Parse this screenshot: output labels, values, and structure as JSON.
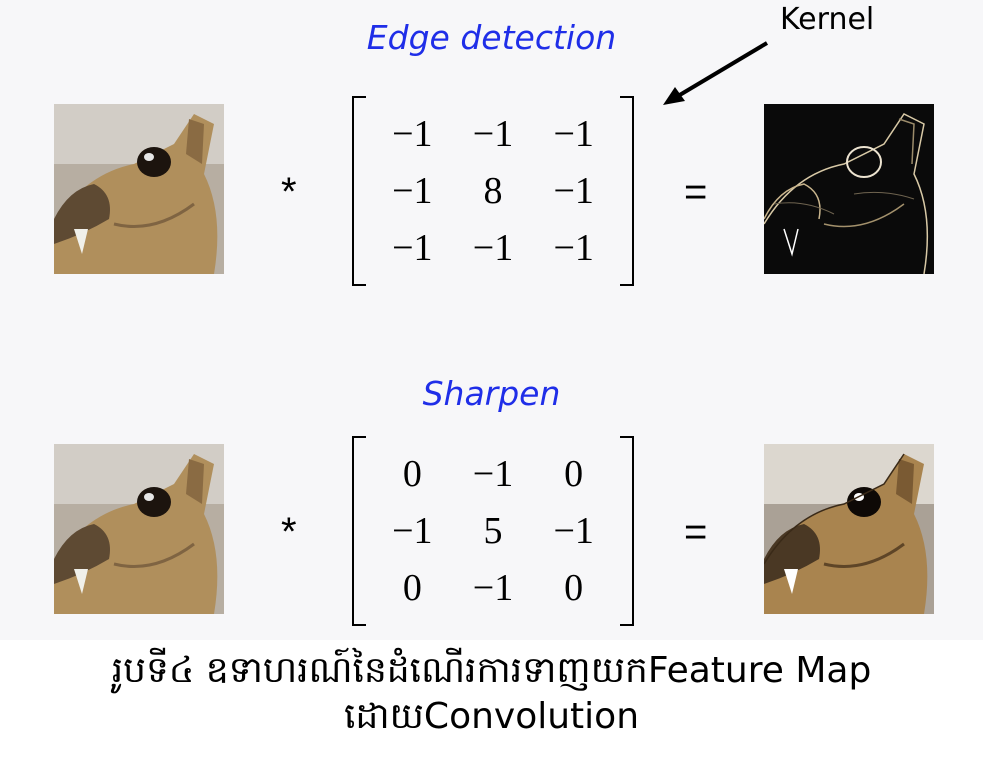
{
  "edge_section": {
    "title": "Edge detection",
    "operator": "*",
    "equals": "=",
    "kernel": [
      [
        "−1",
        "−1",
        "−1"
      ],
      [
        "−1",
        "8",
        "−1"
      ],
      [
        "−1",
        "−1",
        "−1"
      ]
    ]
  },
  "kernel_callout": "Kernel",
  "sharpen_section": {
    "title": "Sharpen",
    "operator": "*",
    "equals": "=",
    "kernel": [
      [
        "0",
        "−1",
        "0"
      ],
      [
        "−1",
        "5",
        "−1"
      ],
      [
        "0",
        "−1",
        "0"
      ]
    ]
  },
  "caption": {
    "line1": "រូបទី៤ ឧទាហរណ៍នៃដំណើរការទាញយកFeature Map",
    "line2": "ដោយConvolution"
  },
  "colors": {
    "title": "#1f2ee8",
    "panel": "#f7f7f9",
    "fur": "#b79a6b",
    "edge_bg": "#0a0a0a"
  }
}
